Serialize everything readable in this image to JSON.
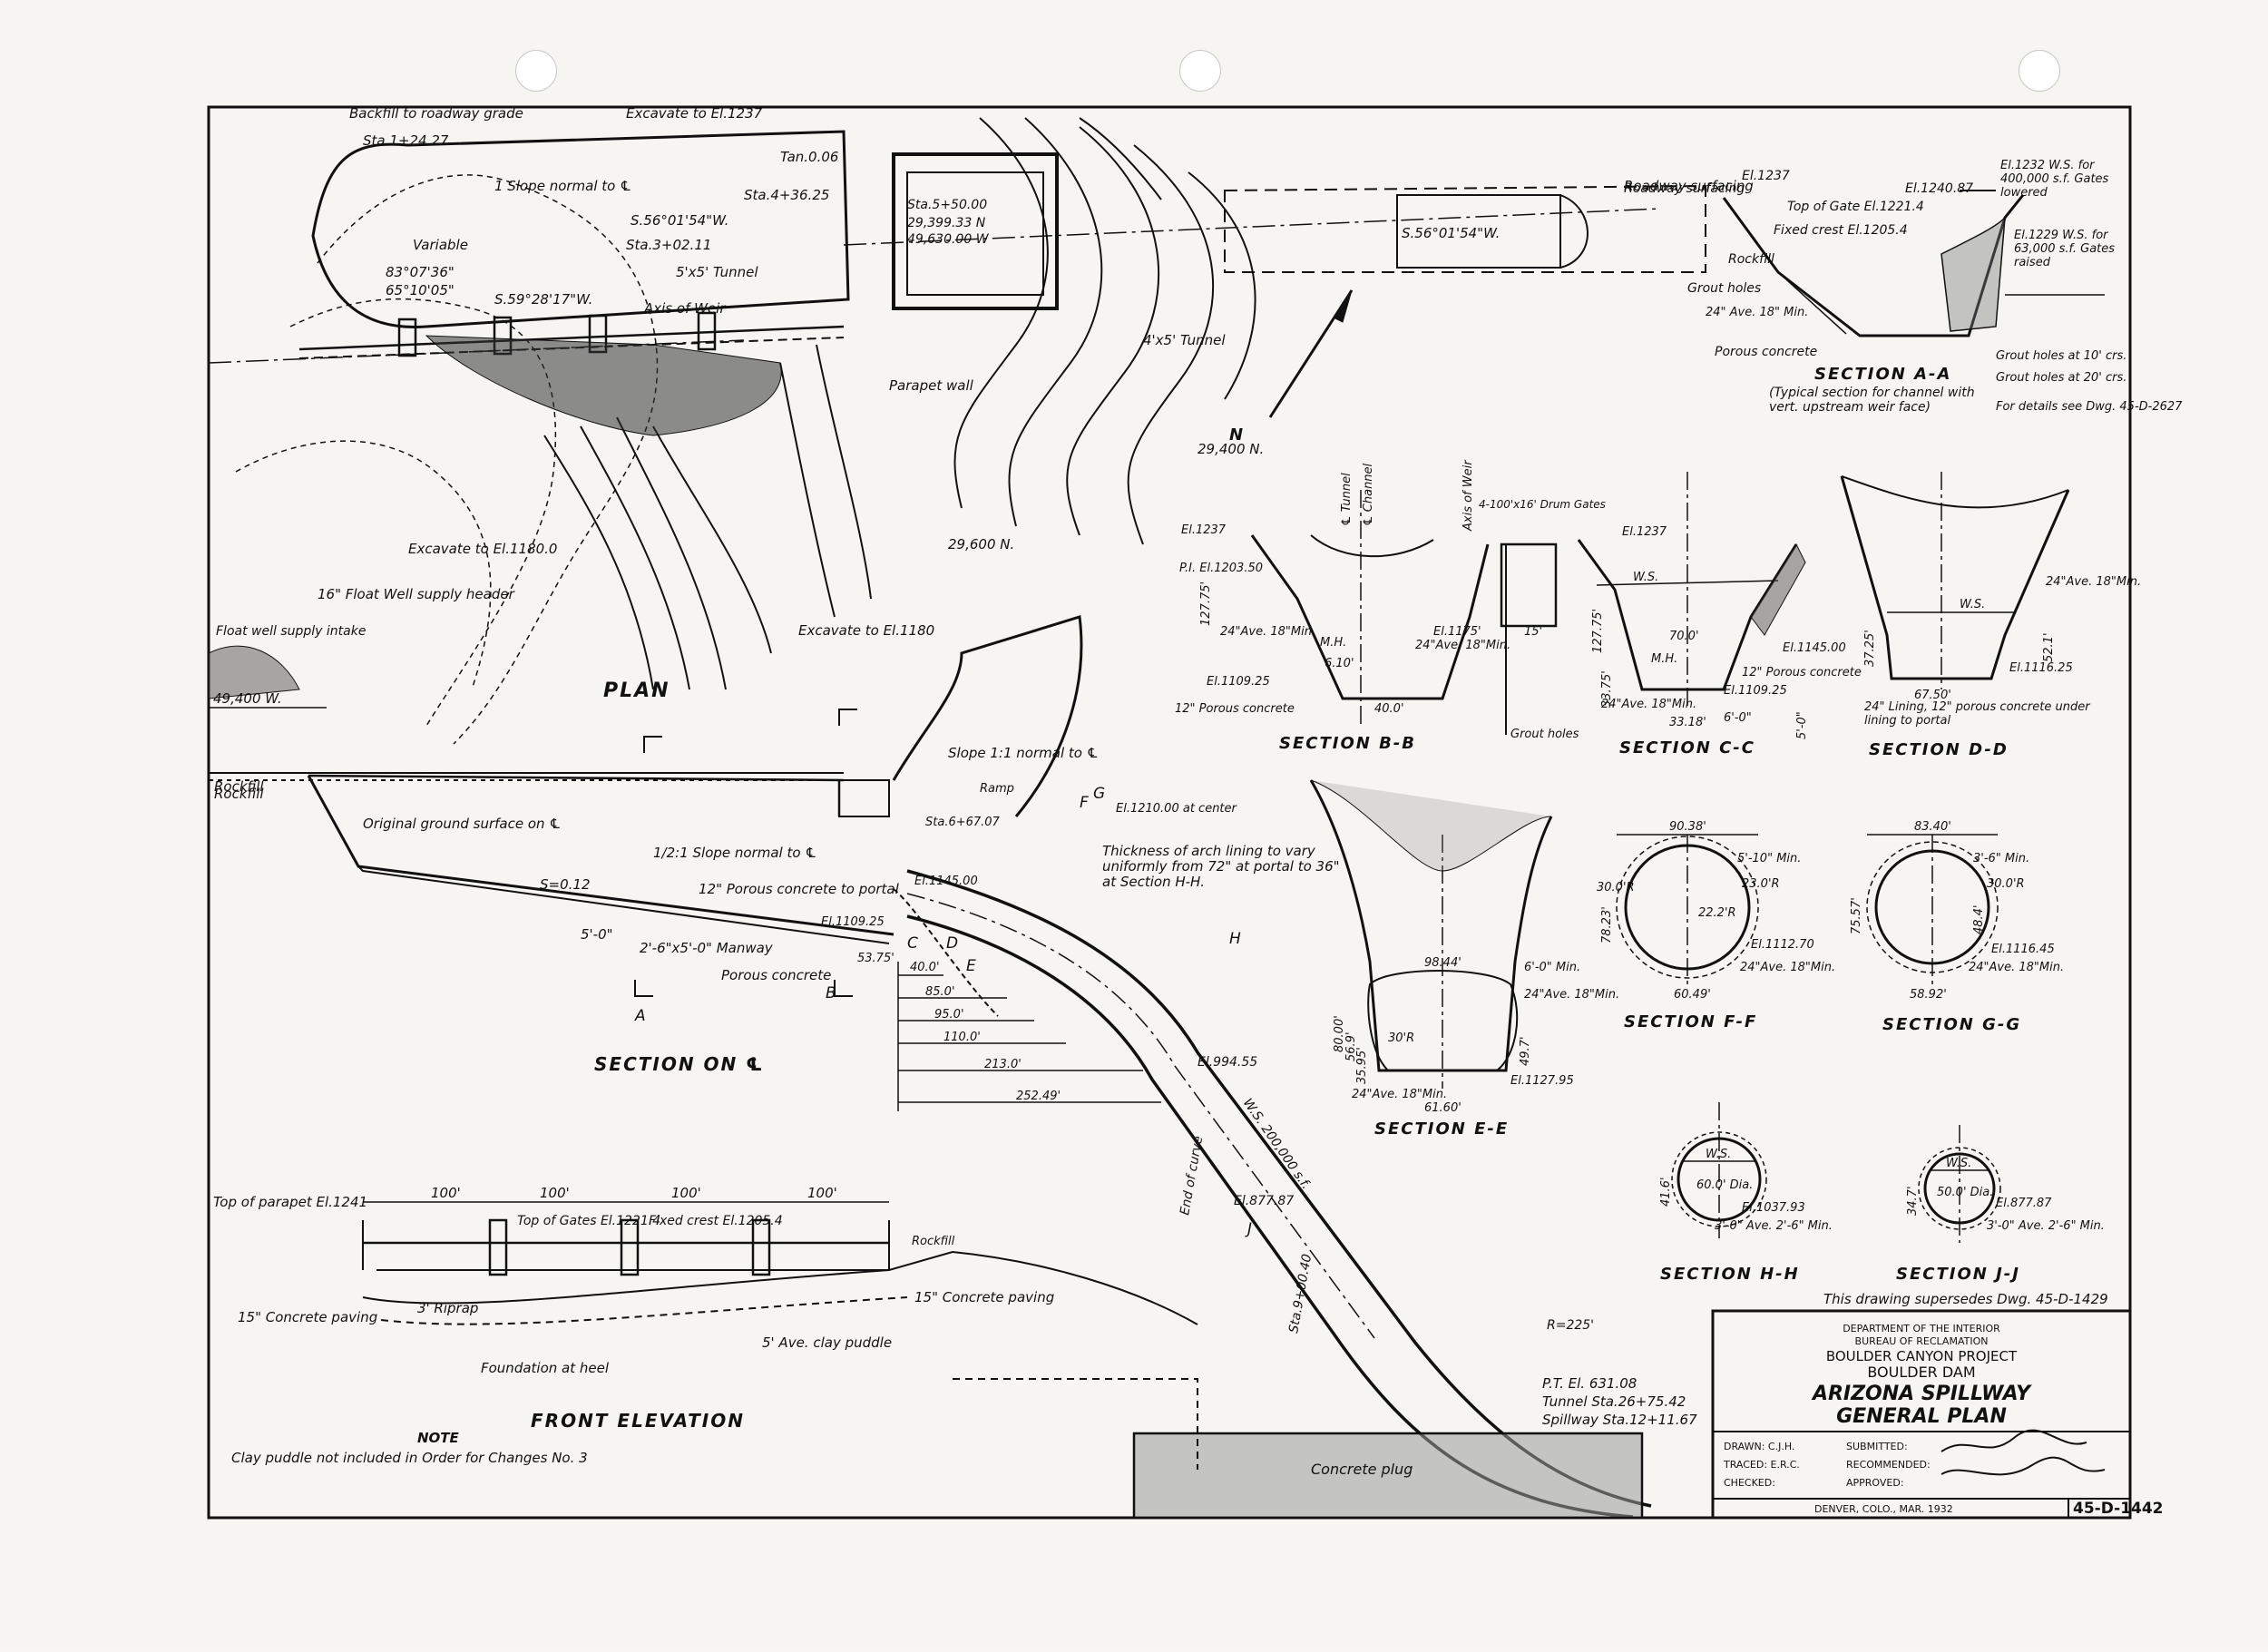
{
  "plan": {
    "title": "PLAN",
    "notes": [
      "Backfill to roadway grade",
      "Excavate to El.1237",
      "Sta.1+24.27",
      "Tan.0.06",
      "1 Slope normal to ℄",
      "Sta.4+36.25",
      "S.56°01'54\"W.",
      "Sta.3+02.11",
      "5'x5' Tunnel",
      "S.59°28'17\"W.",
      "Axis of Weir",
      "Variable",
      "83°07'36\"",
      "65°10'05\"",
      "Excavate to El.1180.0",
      "16\" Float Well supply header",
      "Float well supply intake",
      "Sta.5+50.00",
      "29,399.33 N",
      "49,630.00 W",
      "4'x5' Tunnel",
      "S.56°01'54\"W.",
      "Roadway surfacing",
      "Parapet wall",
      "Excavate to El.1180",
      "29,600 N.",
      "29,400 N.",
      "Rockfill",
      "49,400 W."
    ],
    "north_arrow": "N"
  },
  "section_on_cl": {
    "title": "SECTION ON ℄",
    "notes": [
      "Rockfill",
      "Original ground surface on ℄",
      "1/2:1 Slope normal to ℄",
      "S=0.12",
      "12\" Porous concrete to portal",
      "2'-6\"x5'-0\" Manway",
      "Porous concrete",
      "El.1109.25",
      "El.1145.00",
      "Sta.6+67.07",
      "Slope 1:1 normal to ℄",
      "Ramp",
      "El.1210.00 at center",
      "Thickness of arch lining to vary uniformly from 72\" at portal to 36\" at Section H-H.",
      "5'-0\""
    ],
    "dims": [
      "53.75'",
      "40.0'",
      "85.0'",
      "95.0'",
      "110.0'",
      "213.0'",
      "252.49'"
    ],
    "markers": [
      "A",
      "B",
      "C",
      "D",
      "E",
      "F",
      "G",
      "H",
      "J"
    ]
  },
  "inclined_tunnel": {
    "notes": [
      "El.994.55",
      "W.S. 200,000 s.f.",
      "El.877.87",
      "End of curve",
      "Sta.9+00.40",
      "R=225'",
      "P.T. El. 631.08",
      "Tunnel Sta.26+75.42",
      "Spillway Sta.12+11.67",
      "Concrete plug"
    ]
  },
  "front_elevation": {
    "title": "FRONT ELEVATION",
    "notes": [
      "Top of parapet El.1241",
      "Top of Gates El.1221.4",
      "Fixed crest El.1205.4",
      "Rockfill",
      "15\" Concrete paving",
      "3' Riprap",
      "15\" Concrete paving",
      "5' Ave. clay puddle",
      "Foundation at heel"
    ],
    "dims": [
      "100'",
      "100'",
      "100'",
      "100'"
    ],
    "note_title": "NOTE",
    "note_text": "Clay puddle not included in Order for Changes No. 3"
  },
  "section_aa": {
    "title": "SECTION A-A",
    "subtitle": "(Typical section for channel with vert. upstream weir face)",
    "notes": [
      "El.1237",
      "Roadway surfacing",
      "El.1240.87",
      "El.1232 W.S. for 400,000 s.f. Gates lowered",
      "Top of Gate El.1221.4",
      "Fixed crest El.1205.4",
      "El.1229 W.S. for 63,000 s.f. Gates raised",
      "Rockfill",
      "Grout holes",
      "24\" Ave. 18\" Min.",
      "Porous concrete",
      "Grout holes at 10' crs.",
      "Grout holes at 20' crs.",
      "For details see Dwg. 45-D-2627"
    ]
  },
  "section_bb": {
    "title": "SECTION B-B",
    "notes": [
      "El.1237",
      "P.I. El.1203.50",
      "127.75'",
      "24\"Ave. 18\"Min.",
      "M.H.",
      "6.10'",
      "El.1109.25",
      "40.0'",
      "12\" Porous concrete",
      "℄ Tunnel",
      "℄ Channel",
      "Axis of Weir",
      "4-100'x16' Drum Gates",
      "El.1175'",
      "24\"Ave. 18\"Min.",
      "15'",
      "Grout holes"
    ]
  },
  "section_cc": {
    "title": "SECTION C-C",
    "notes": [
      "El.1237",
      "W.S.",
      "70.0'",
      "127.75'",
      "33.75'",
      "M.H.",
      "El.1145.00",
      "12\" Porous concrete",
      "El.1109.25",
      "24\"Ave. 18\"Min.",
      "33.18'",
      "6'-0\"",
      "5'-0\""
    ]
  },
  "section_dd": {
    "title": "SECTION D-D",
    "notes": [
      "24\"Ave. 18\"Min.",
      "W.S.",
      "37.25'",
      "El.1116.25",
      "52.1'",
      "67.50'",
      "24\" Lining, 12\" porous concrete under lining to portal"
    ]
  },
  "section_ee": {
    "title": "SECTION E-E",
    "notes": [
      "98.44'",
      "6'-0\" Min.",
      "24\"Ave. 18\"Min.",
      "80.00'",
      "56.9'",
      "35.95'",
      "30'R",
      "61.60'",
      "24\"Ave. 18\"Min.",
      "El.1127.95",
      "49.7'"
    ]
  },
  "section_ff": {
    "title": "SECTION F-F",
    "notes": [
      "90.38'",
      "5'-10\" Min.",
      "30.0'R",
      "23.0'R",
      "22.2'R",
      "78.23'",
      "El.1112.70",
      "24\"Ave. 18\"Min.",
      "60.49'"
    ]
  },
  "section_gg": {
    "title": "SECTION G-G",
    "notes": [
      "83.40'",
      "3'-6\" Min.",
      "30.0'R",
      "75.57'",
      "48.4'",
      "El.1116.45",
      "24\"Ave. 18\"Min.",
      "58.92'"
    ]
  },
  "section_hh": {
    "title": "SECTION H-H",
    "notes": [
      "W.S.",
      "60.0' Dia.",
      "41.6'",
      "El.1037.93",
      "3'-0\" Ave. 2'-6\" Min."
    ]
  },
  "section_jj": {
    "title": "SECTION J-J",
    "notes": [
      "W.S.",
      "50.0' Dia.",
      "34.7'",
      "El.877.87",
      "3'-0\" Ave. 2'-6\" Min."
    ]
  },
  "title_block": {
    "supersedes": "This drawing supersedes Dwg. 45-D-1429",
    "department": "DEPARTMENT OF THE INTERIOR",
    "bureau": "BUREAU OF RECLAMATION",
    "project": "BOULDER CANYON PROJECT",
    "dam": "BOULDER DAM",
    "title_1": "ARIZONA SPILLWAY",
    "title_2": "GENERAL PLAN",
    "drawn": "DRAWN: C.J.H.",
    "traced": "TRACED: E.R.C.",
    "checked": "CHECKED:",
    "submitted": "SUBMITTED:",
    "recommended": "RECOMMENDED:",
    "approved": "APPROVED:",
    "place": "DENVER, COLO., MAR. 1932",
    "drawing_no": "45-D-1442"
  }
}
